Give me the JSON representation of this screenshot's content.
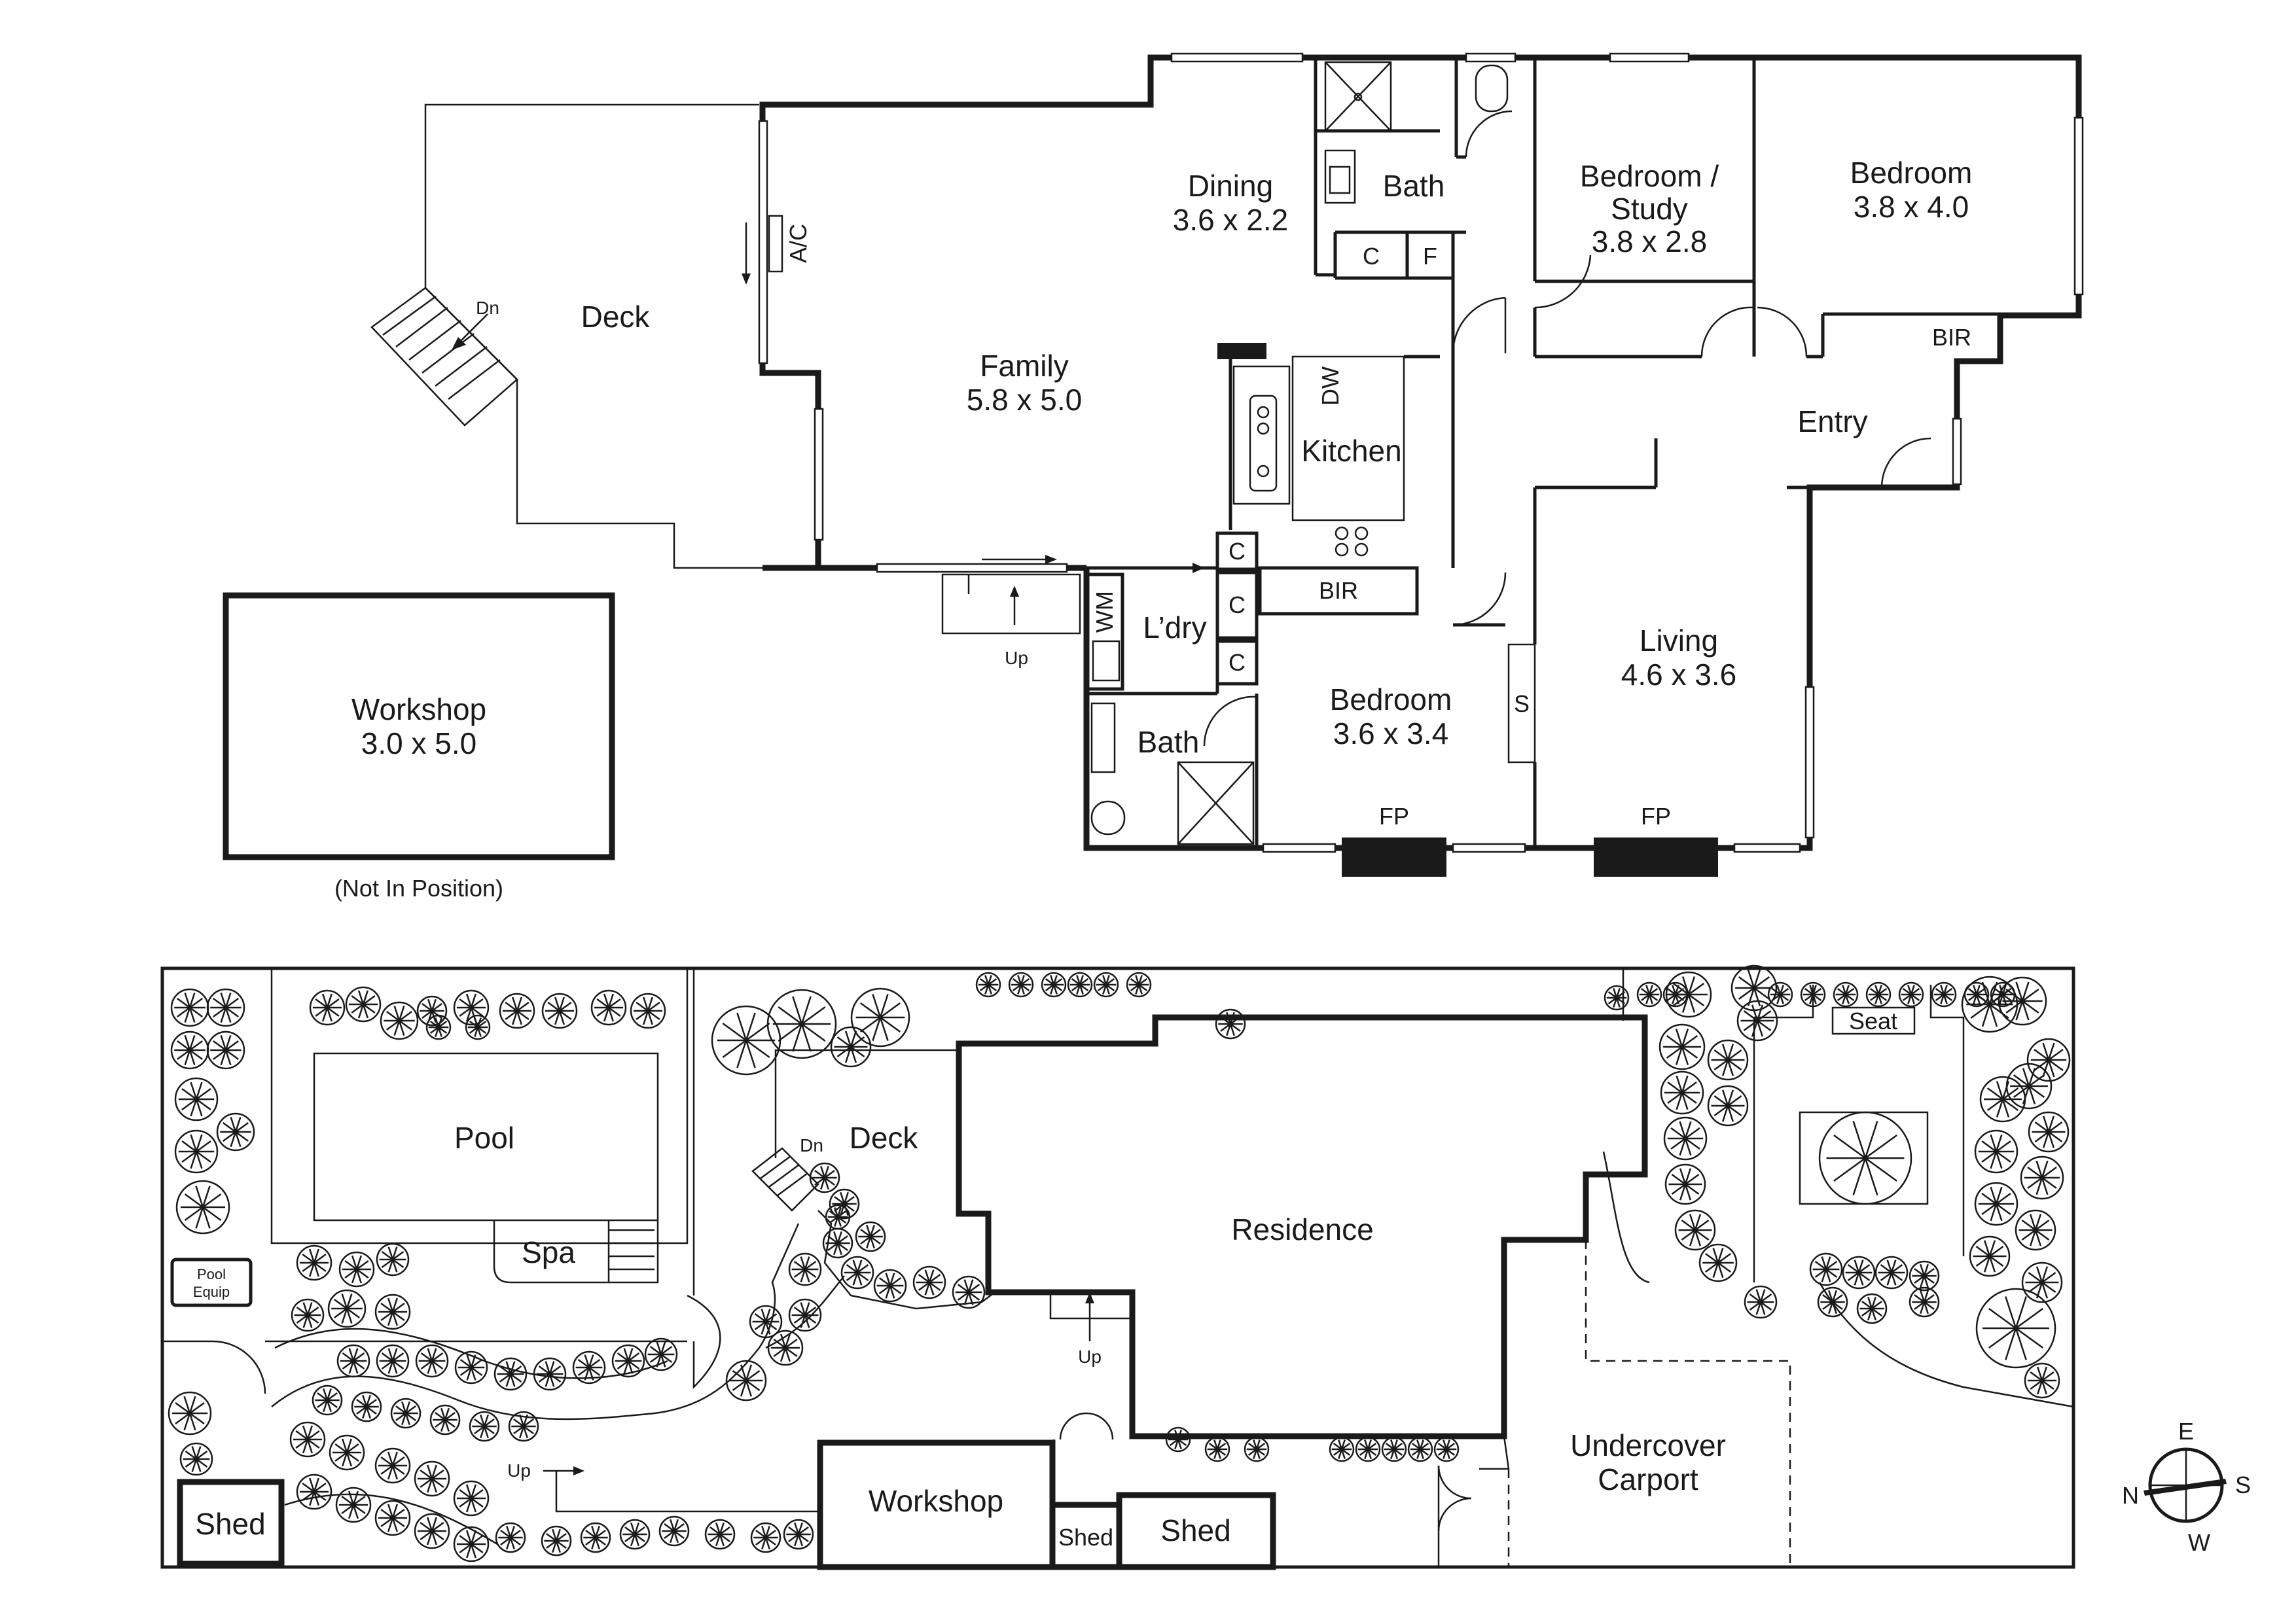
{
  "floor_plan": {
    "rooms": {
      "dining": {
        "name": "Dining",
        "size": "3.6 x 2.2"
      },
      "bath_upper": {
        "name": "Bath"
      },
      "bedroom_study": {
        "name_line1": "Bedroom /",
        "name_line2": "Study",
        "size": "3.8 x 2.8"
      },
      "bedroom_main": {
        "name": "Bedroom",
        "size": "3.8 x 4.0"
      },
      "deck": {
        "name": "Deck"
      },
      "family": {
        "name": "Family",
        "size": "5.8 x 5.0"
      },
      "kitchen": {
        "name": "Kitchen"
      },
      "entry": {
        "name": "Entry"
      },
      "laundry": {
        "name": "L’dry"
      },
      "bedroom_lower": {
        "name": "Bedroom",
        "size": "3.6 x 3.4"
      },
      "living": {
        "name": "Living",
        "size": "4.6 x 3.6"
      },
      "bath_lower": {
        "name": "Bath"
      },
      "workshop": {
        "name": "Workshop",
        "size": "3.0 x 5.0",
        "note": "(Not In Position)"
      }
    },
    "fixtures": {
      "ac": "A/C",
      "dn": "Dn",
      "up": "Up",
      "dw": "DW",
      "wm": "WM",
      "c": "C",
      "f": "F",
      "bir": "BIR",
      "s": "S",
      "fp": "FP"
    }
  },
  "site_plan": {
    "labels": {
      "pool": "Pool",
      "spa": "Spa",
      "pool_equip_line1": "Pool",
      "pool_equip_line2": "Equip",
      "deck": "Deck",
      "dn": "Dn",
      "residence": "Residence",
      "up_1": "Up",
      "up_2": "Up",
      "seat": "Seat",
      "undercover_line1": "Undercover",
      "undercover_line2": "Carport",
      "workshop": "Workshop",
      "shed_left": "Shed",
      "shed_small": "Shed",
      "shed_right": "Shed"
    }
  },
  "compass": {
    "e": "E",
    "s": "S",
    "w": "W",
    "n": "N"
  }
}
